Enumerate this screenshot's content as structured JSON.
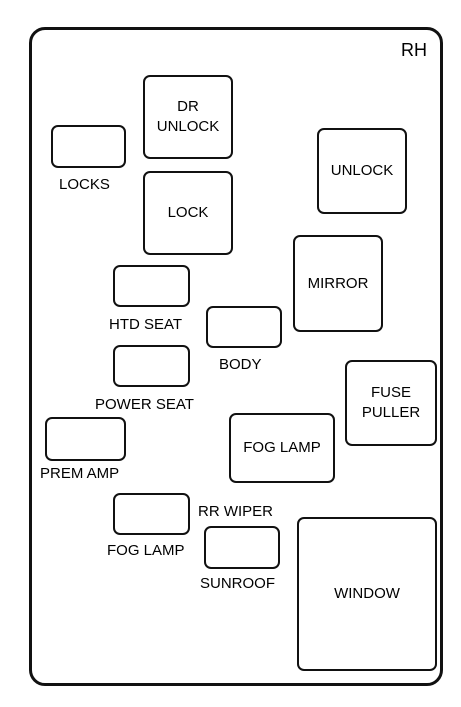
{
  "side_label": "RH",
  "fuses": {
    "dr_unlock": "DR\nUNLOCK",
    "locks": "LOCKS",
    "lock": "LOCK",
    "unlock": "UNLOCK",
    "mirror": "MIRROR",
    "htd_seat": "HTD SEAT",
    "body": "BODY",
    "power_seat": "POWER SEAT",
    "fuse_puller": "FUSE\nPULLER",
    "fog_lamp_relay": "FOG LAMP",
    "prem_amp": "PREM AMP",
    "rr_wiper": "RR WIPER",
    "fog_lamp_fuse": "FOG LAMP",
    "sunroof": "SUNROOF",
    "window": "WINDOW"
  }
}
